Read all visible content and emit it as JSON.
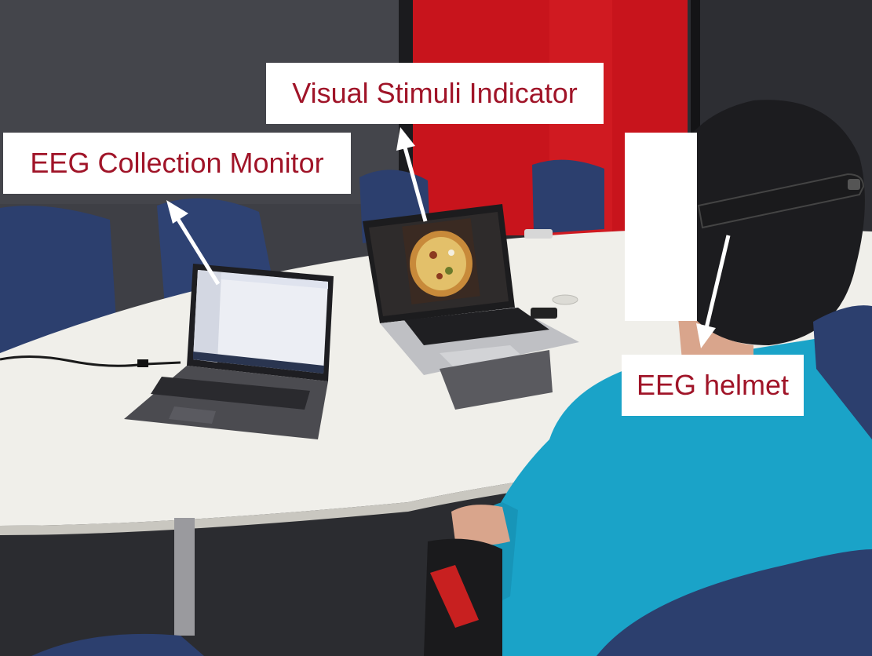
{
  "labels": {
    "visual_stimuli": "Visual Stimuli Indicator",
    "eeg_monitor": "EEG Collection Monitor",
    "eeg_helmet": "EEG helmet"
  },
  "colors": {
    "label_text": "#a01428",
    "label_background": "#ffffff",
    "arrow": "#ffffff",
    "wall_dark": "#3c3c42",
    "red_panel": "#c8141c",
    "table": "#f0efea",
    "carpet": "#2b2c30",
    "chair_blue": "#2c3f6e",
    "sweater": "#1aa3c8"
  },
  "icons": [
    "arrow-up-icon",
    "arrow-down-icon"
  ]
}
